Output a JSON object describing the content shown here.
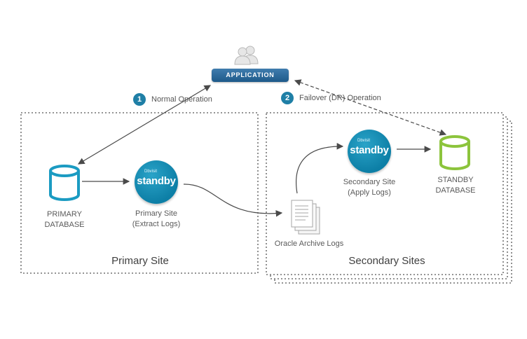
{
  "application": {
    "label": "APPLICATION"
  },
  "operations": [
    {
      "number": "1",
      "label": "Normal Operation"
    },
    {
      "number": "2",
      "label": "Failover (DR) Operation"
    }
  ],
  "primary": {
    "database_line1": "PRIMARY",
    "database_line2": "DATABASE",
    "site_line1": "Primary Site",
    "site_line2": "(Extract Logs)",
    "title": "Primary Site"
  },
  "secondary": {
    "site_line1": "Secondary Site",
    "site_line2": "(Apply Logs)",
    "database_line1": "STANDBY",
    "database_line2": "DATABASE",
    "title": "Secondary Sites"
  },
  "archive": {
    "label": "Oracle Archive Logs"
  },
  "logo": {
    "brand": "Dbvisit",
    "word": "standby"
  },
  "colors": {
    "primary_db": "#1b9bc2",
    "standby_db": "#8cc43c",
    "accent": "#1f7fa6"
  },
  "icons": {
    "users": "users-icon",
    "document": "document-stack-icon"
  }
}
